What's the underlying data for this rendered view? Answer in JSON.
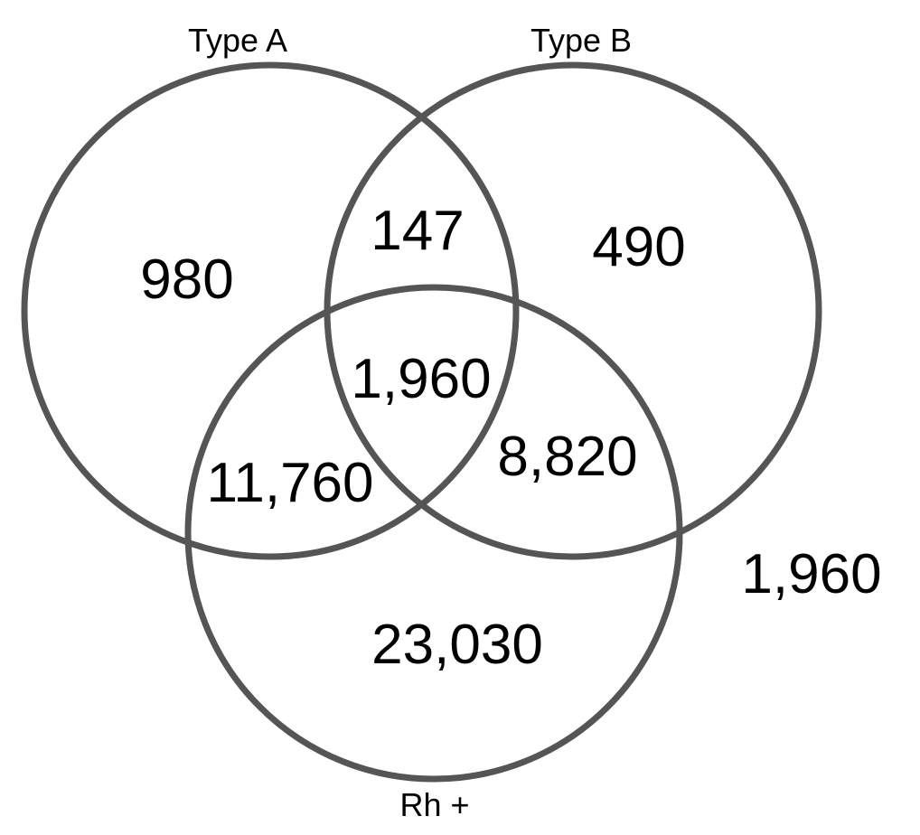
{
  "diagram": {
    "type": "venn",
    "sets": [
      {
        "id": "a",
        "label": "Type A"
      },
      {
        "id": "b",
        "label": "Type B"
      },
      {
        "id": "rh",
        "label": "Rh +"
      }
    ],
    "regions": {
      "a_only": "980",
      "a_b": "147",
      "b_only": "490",
      "a_b_rh": "1,960",
      "a_rh": "11,760",
      "b_rh": "8,820",
      "rh_only": "23,030",
      "outside": "1,960"
    },
    "colors": {
      "outline": "#555555",
      "text": "#000000",
      "background": "#ffffff"
    }
  }
}
